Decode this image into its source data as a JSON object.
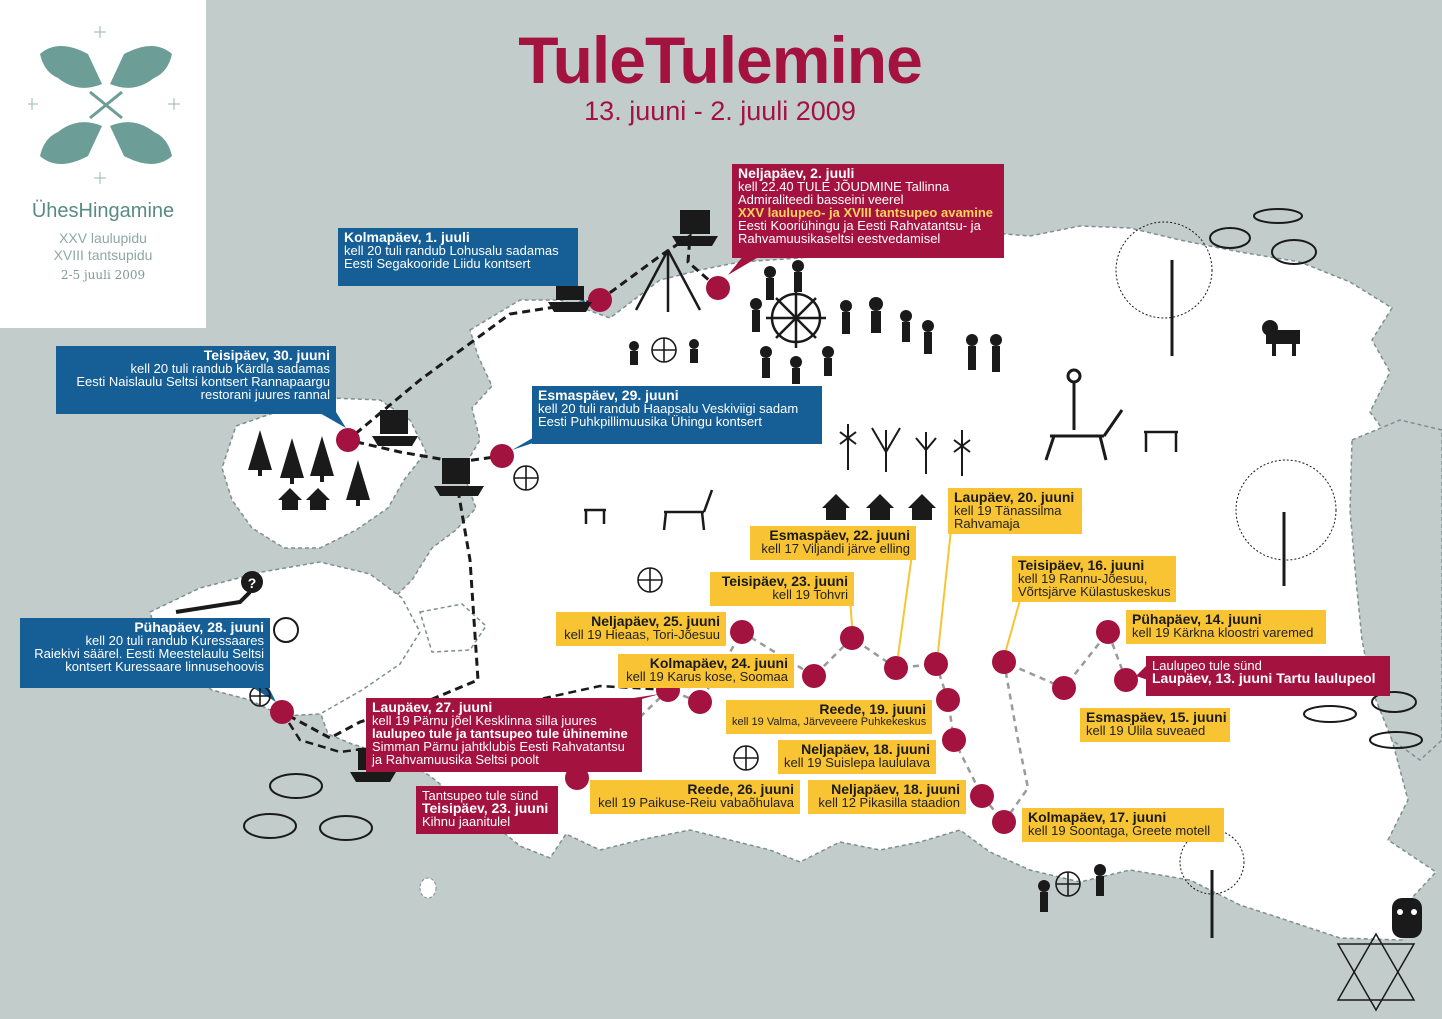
{
  "title": "TuleTulemine",
  "subtitle": "13. juuni - 2. juuli 2009",
  "logo": {
    "icon": "fire-cross-emblem-icon",
    "name": "ÜhesHingamine",
    "line1": "XXV laulupidu",
    "line2": "XVIII tantsupidu",
    "dates": "2-5 juuli 2009"
  },
  "colors": {
    "background": "#c2cdcb",
    "land": "#ffffff",
    "blue": "#155e96",
    "red": "#a4123f",
    "yellow": "#f8c434"
  },
  "events": {
    "neljapaev_2": {
      "heading": "Neljapäev, 2. juuli",
      "line1": "kell 22.40  TULE JÕUDMINE Tallinna",
      "line2": "Admiraliteedi basseini veerel",
      "line3": "XXV laulupeo- ja XVIII tantsupeo avamine",
      "line4": "Eesti Kooriühingu ja Eesti Rahvatantsu- ja",
      "line5": "Rahvamuusikaseltsi eestvedamisel"
    },
    "kolmapaev_1": {
      "heading": "Kolmapäev, 1. juuli",
      "line1": "kell 20 tuli randub Lohusalu sadamas",
      "line2": "Eesti Segakooride Liidu kontsert"
    },
    "teisipaev_30": {
      "heading": "Teisipäev, 30. juuni",
      "line1": "kell 20 tuli randub  Kärdla sadamas",
      "line2": "Eesti Naislaulu Seltsi kontsert Rannapaargu",
      "line3": "restorani juures rannal"
    },
    "esmaspaev_29": {
      "heading": "Esmaspäev, 29. juuni",
      "line1": "kell 20 tuli  randub  Haapsalu Veskiviigi sadam",
      "line2": "Eesti Puhkpillimuusika Ühingu kontsert"
    },
    "puhapaev_28": {
      "heading": "Pühapäev, 28. juuni",
      "line1": "kell 20 tuli randub  Kuressaares",
      "line2": "Raiekivi säärel. Eesti Meestelaulu Seltsi",
      "line3": "kontsert Kuressaare linnusehoovis"
    },
    "laupaev_27": {
      "heading": "Laupäev, 27. juuni",
      "line1": "kell 19 Pärnu jõel Kesklinna silla juures",
      "line2": "laulupeo tule ja tantsupeo tule ühinemine",
      "line3": "Simman Pärnu jahtklubis Eesti Rahvatantsu",
      "line4": "ja Rahvamuusika Seltsi poolt"
    },
    "tantsupeo": {
      "line1": "Tantsupeo tule sünd",
      "heading": "Teisipäev, 23. juuni",
      "line2": "Kihnu jaanitulel"
    },
    "laulupeo": {
      "line1": "Laulupeo tule sünd",
      "heading": "Laupäev, 13. juuni Tartu laulupeol"
    },
    "laupaev_20": {
      "heading": "Laupäev, 20. juuni",
      "line1": "kell 19 Tänassilma",
      "line2": "Rahvamaja"
    },
    "esmaspaev_22": {
      "heading": "Esmaspäev, 22. juuni",
      "line1": "kell 17 Viljandi järve elling"
    },
    "teisipaev_23": {
      "heading": "Teisipäev, 23. juuni",
      "line1": "kell 19 Tohvri"
    },
    "neljapaev_25": {
      "heading": "Neljapäev, 25. juuni",
      "line1": "kell 19 Hieaas, Tori-Jõesuu"
    },
    "kolmapaev_24": {
      "heading": "Kolmapäev, 24. juuni",
      "line1": "kell 19 Karus kose, Soomaa"
    },
    "teisipaev_16": {
      "heading": "Teisipäev, 16. juuni",
      "line1": "kell 19 Rannu-Jõesuu,",
      "line2": "Võrtsjärve Külastuskeskus"
    },
    "puhapaev_14": {
      "heading": "Pühapäev, 14. juuni",
      "line1": "kell 19 Kärkna kloostri varemed"
    },
    "reede_19": {
      "heading": "Reede, 19. juuni",
      "line1": "kell 19 Valma, Järveveere Puhkekeskus"
    },
    "neljapaev_18a": {
      "heading": "Neljapäev, 18. juuni",
      "line1": "kell 19 Suislepa laululava"
    },
    "esmaspaev_15": {
      "heading": "Esmaspäev, 15. juuni",
      "line1": "kell 19 Ülila suveaed"
    },
    "reede_26": {
      "heading": "Reede, 26. juuni",
      "line1": "kell 19 Paikuse-Reiu vabaõhulava"
    },
    "neljapaev_18b": {
      "heading": "Neljapäev, 18. juuni",
      "line1": "kell 12 Pikasilla staadion"
    },
    "kolmapaev_17": {
      "heading": "Kolmapäev, 17. juuni",
      "line1": "kell 19 Soontaga, Greete motell"
    }
  }
}
